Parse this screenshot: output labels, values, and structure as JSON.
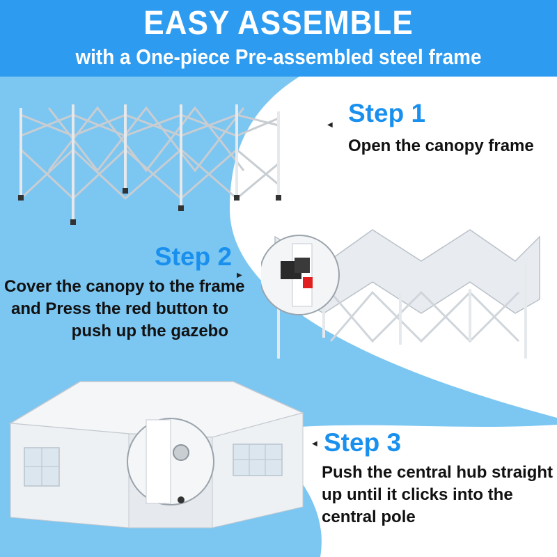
{
  "header": {
    "title": "EASY ASSEMBLE",
    "subtitle": "with a One-piece Pre-assembled steel frame"
  },
  "steps": [
    {
      "title": "Step 1",
      "lines": [
        "Open the canopy frame"
      ]
    },
    {
      "title": "Step 2",
      "lines": [
        "Cover the canopy to the frame",
        "and Press the red button to",
        "push up the gazebo"
      ]
    },
    {
      "title": "Step 3",
      "lines": [
        "Push the central hub straight",
        "up until it clicks into the",
        "central pole"
      ]
    }
  ],
  "colors": {
    "header_bg": "#2d9bf0",
    "wave_light": "#7cc6f2",
    "step_title": "#1a90ee",
    "button_red": "#e02020"
  }
}
